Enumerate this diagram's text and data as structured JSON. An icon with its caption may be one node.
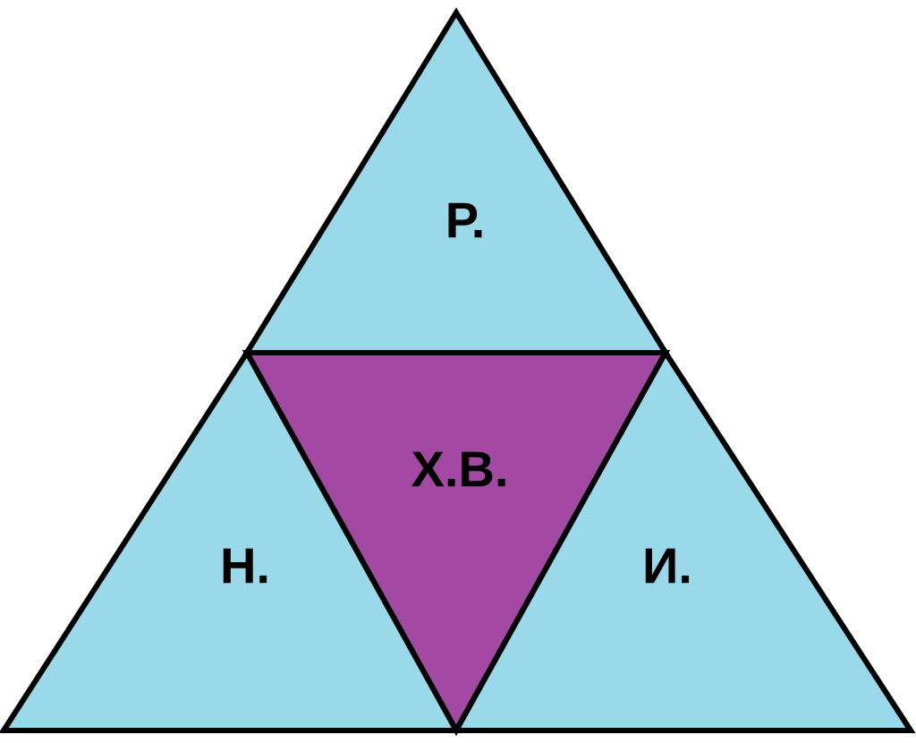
{
  "diagram": {
    "nodes": [
      {
        "text": [
          "Р."
        ]
      },
      {
        "text": [
          "Х.В."
        ]
      },
      {
        "text": [
          "Н."
        ]
      },
      {
        "text": [
          "И."
        ]
      }
    ]
  }
}
